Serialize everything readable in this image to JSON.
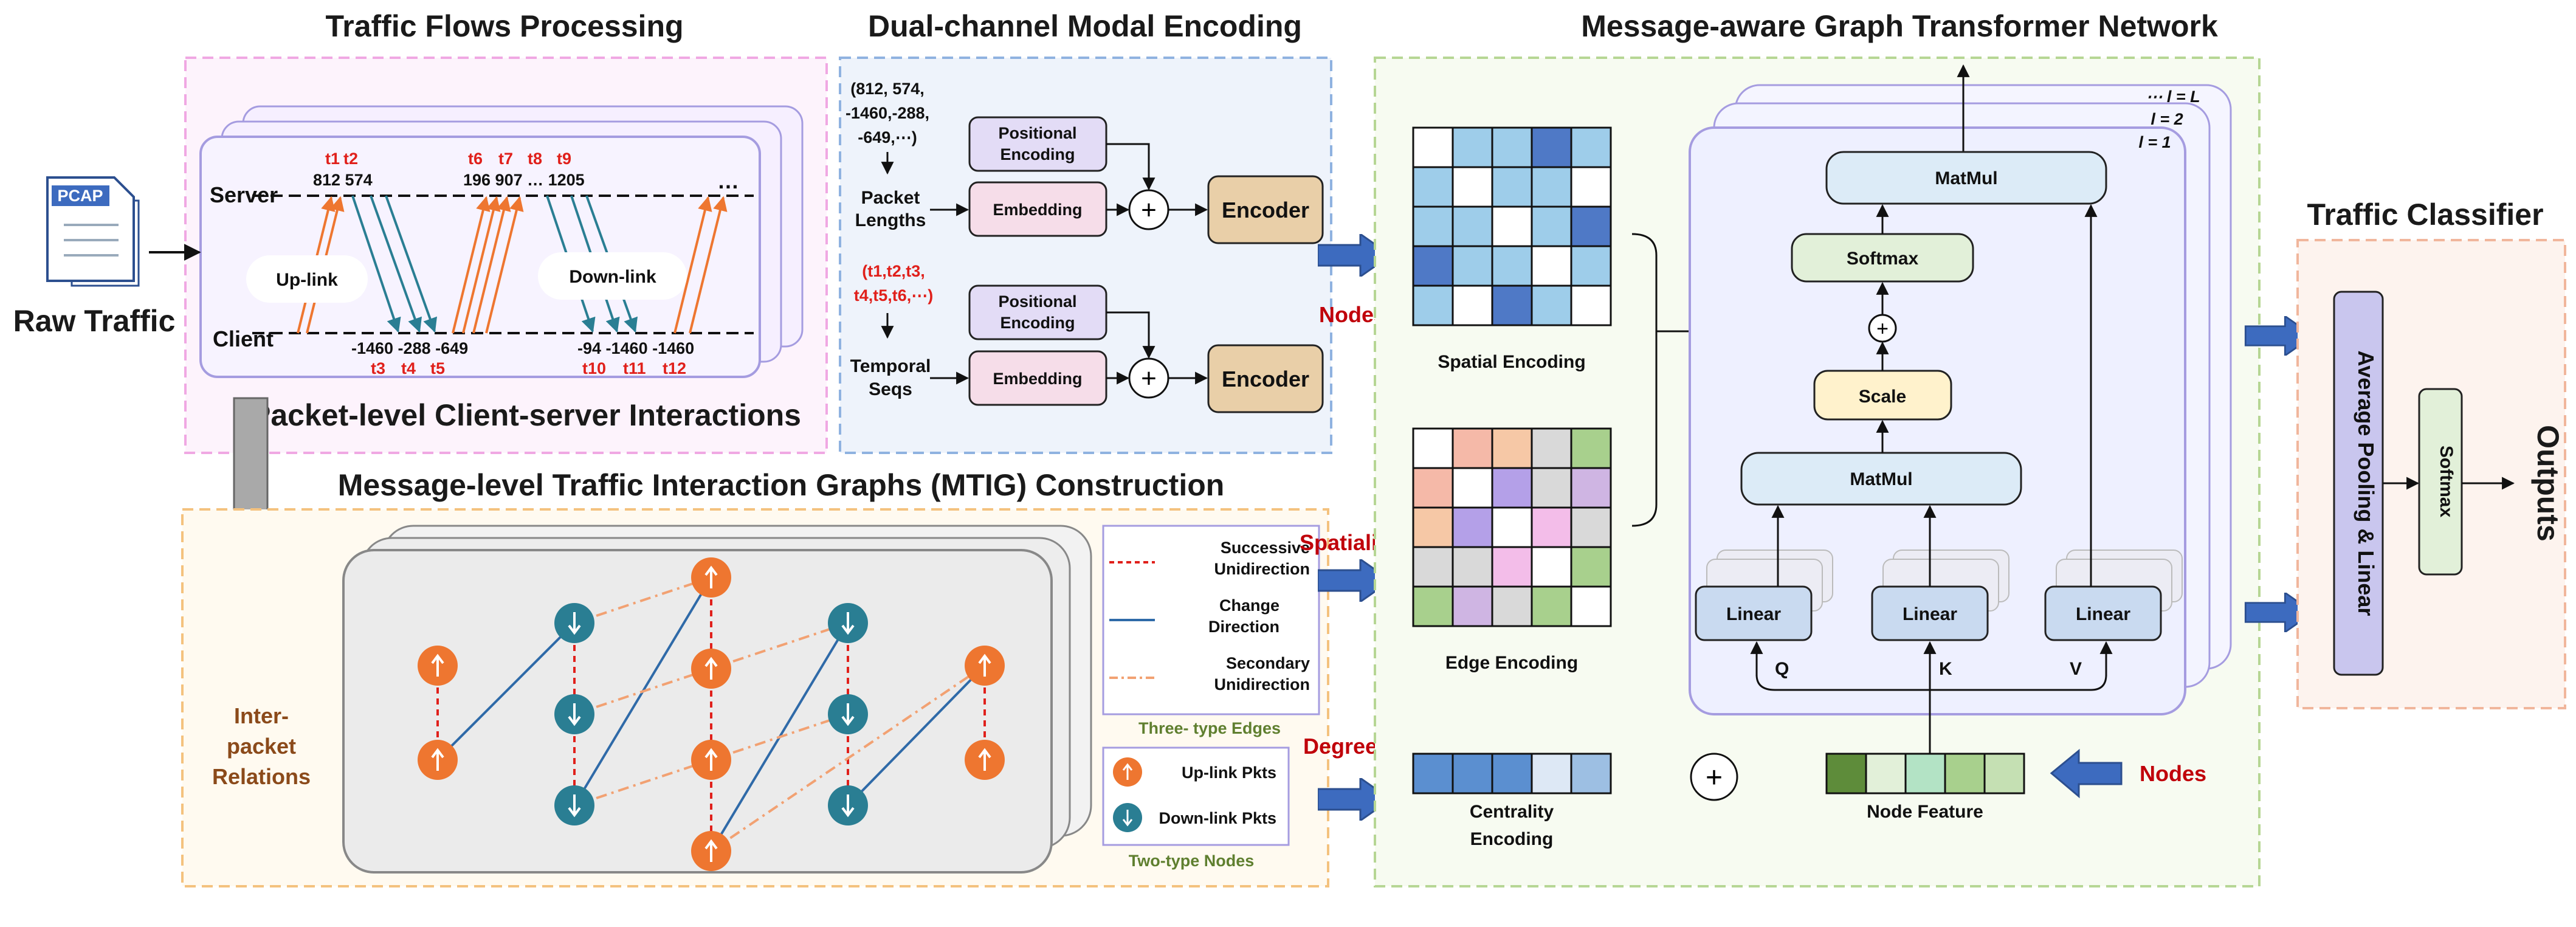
{
  "sections": {
    "traffic_flows": "Traffic Flows Processing",
    "dual_channel": "Dual-channel Modal Encoding",
    "graph_transformer": "Message-aware Graph Transformer Network",
    "mtig": "Message-level Traffic Interaction Graphs (MTIG) Construction",
    "classifier": "Traffic Classifier"
  },
  "traffic": {
    "pcap": "PCAP",
    "raw": "Raw Traffic",
    "server": "Server",
    "client": "Client",
    "uplink": "Up-link",
    "downlink": "Down-link",
    "caption": "Packet-level Client-server Interactions",
    "top_times": [
      "t1",
      "t2",
      "t6",
      "t7",
      "t8",
      "t9"
    ],
    "top_sizes": "812 574",
    "top_sizes2": "196 907 … 1205",
    "ellipsis": "…",
    "bottom_sizes1": "-1460 -288 -649",
    "bottom_sizes2": "-94 -1460 -1460",
    "bottom_times": [
      "t3",
      "t4",
      "t5",
      "t10",
      "t11",
      "t12"
    ]
  },
  "encoding": {
    "seq1_lines": [
      "(812, 574,",
      "-1460,-288,",
      "-649,⋯)"
    ],
    "packet_lengths": [
      "Packet",
      "Lengths"
    ],
    "seq2_lines": [
      "(t1,t2,t3,",
      "t4,t5,t6,⋯)"
    ],
    "temporal_seqs": [
      "Temporal",
      "Seqs"
    ],
    "positional": [
      "Positional",
      "Encoding"
    ],
    "embedding": "Embedding",
    "encoder": "Encoder",
    "plus": "+"
  },
  "mtig": {
    "inter_packet": [
      "Inter-",
      "packet",
      "Relations"
    ],
    "legend_edges": [
      "Successive",
      "Unidirection",
      "Change",
      "Direction",
      "Secondary",
      "Unidirection"
    ],
    "three_type": "Three- type Edges",
    "uplink_pkts": "Up-link Pkts",
    "downlink_pkts": "Down-link Pkts",
    "two_type": "Two-type Nodes"
  },
  "side_labels": {
    "nodes": "Nodes",
    "spatiality": "Spatiality",
    "degrees": "Degrees"
  },
  "transformer": {
    "spatial_encoding": "Spatial Encoding",
    "edge_encoding": "Edge Encoding",
    "centrality": [
      "Centrality",
      "Encoding"
    ],
    "node_feature": "Node Feature",
    "nodes": "Nodes",
    "layers": [
      "⋯ l = L",
      "l = 2",
      "l = 1"
    ],
    "matmul": "MatMul",
    "softmax": "Softmax",
    "scale": "Scale",
    "linear": "Linear",
    "q": "Q",
    "k": "K",
    "v": "V",
    "plus": "+"
  },
  "classifier": {
    "pooling": "Average Pooling & Linear",
    "softmax": "Softmax",
    "outputs": "Outputs"
  },
  "colors": {
    "orange": "#ee7630",
    "teal": "#2a7e93",
    "blue_dark": "#4f79c6",
    "blue_light": "#9ecdea",
    "encoder_fill": "#e9cfa8",
    "arrow_blue": "#3d6bbf"
  }
}
